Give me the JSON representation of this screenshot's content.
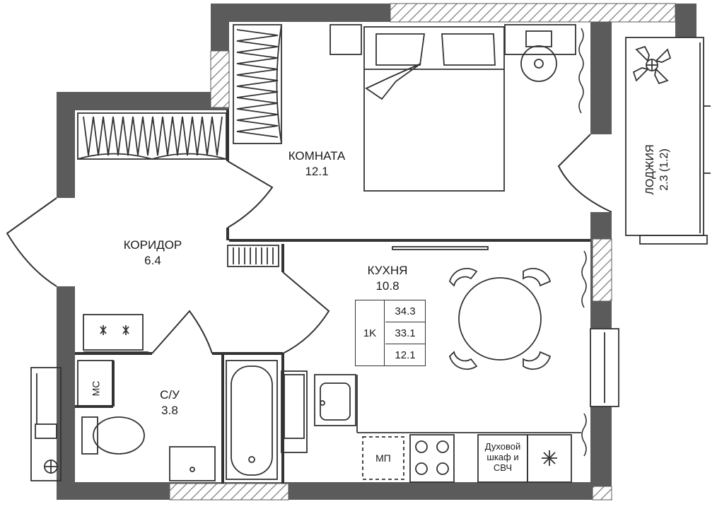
{
  "rooms": {
    "room": {
      "name": "КОМНАТА",
      "area": "12.1"
    },
    "corridor": {
      "name": "КОРИДОР",
      "area": "6.4"
    },
    "kitchen": {
      "name": "КУХНЯ",
      "area": "10.8"
    },
    "bathroom": {
      "name": "С/У",
      "area": "3.8"
    },
    "loggia": {
      "name": "ЛОДЖИЯ",
      "area": "2.3 (1.2)"
    }
  },
  "summary": {
    "rooms_code": "1K",
    "total_area": "34.3",
    "living_area_2": "33.1",
    "living_area": "12.1"
  },
  "appliances": {
    "washer": "МС",
    "dishwasher": "МП",
    "oven": "Духовой шкаф и СВЧ"
  },
  "colors": {
    "wall": "#5b5b5b",
    "line": "#333333",
    "hatch": "#6e6e6e"
  }
}
